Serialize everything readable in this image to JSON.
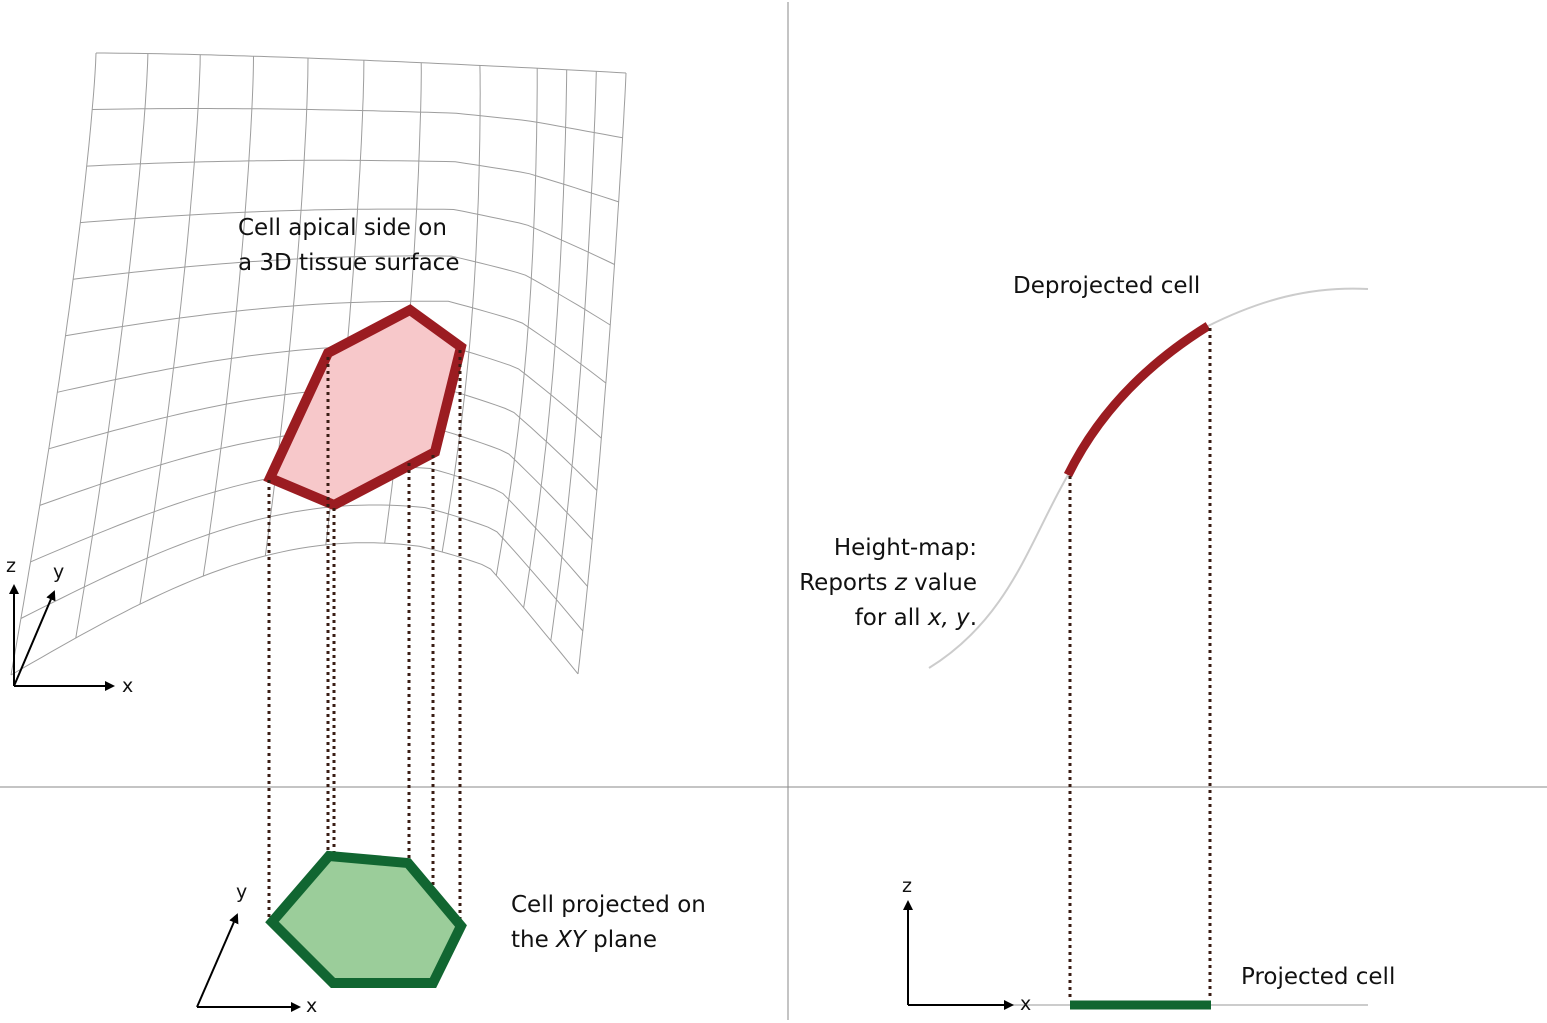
{
  "colors": {
    "apical_outline": "#9b1c21",
    "apical_fill": "#f7c8ca",
    "projected_outline": "#116631",
    "projected_fill": "#9bcd9a",
    "mesh": "#9d9d9d",
    "heightmap_curve": "#cccccc",
    "drop_lines": "#3a1d14",
    "divider": "#8a8a8a"
  },
  "labels": {
    "apical_line1": "Cell apical side on",
    "apical_line2": "a 3D tissue surface",
    "projected_xy_line1": "Cell projected on",
    "projected_xy_pre": "the ",
    "projected_xy_plane_name": "XY",
    "projected_xy_post": " plane",
    "deprojected": "Deprojected cell",
    "heightmap_line1": "Height-map:",
    "heightmap_line2_pre": "Reports ",
    "heightmap_line2_var": "z",
    "heightmap_line2_post": " value",
    "heightmap_line3_pre": "for all ",
    "heightmap_line3_vars": "x, y",
    "heightmap_line3_post": ".",
    "projected_cell": "Projected cell"
  },
  "axes": {
    "surface": {
      "z": "z",
      "y": "y",
      "x": "x"
    },
    "xy_plane": {
      "y": "y",
      "x": "x"
    },
    "profile": {
      "z": "z",
      "x": "x"
    }
  },
  "icons": {
    "arrowheads": "triangle-arrow-icon"
  }
}
